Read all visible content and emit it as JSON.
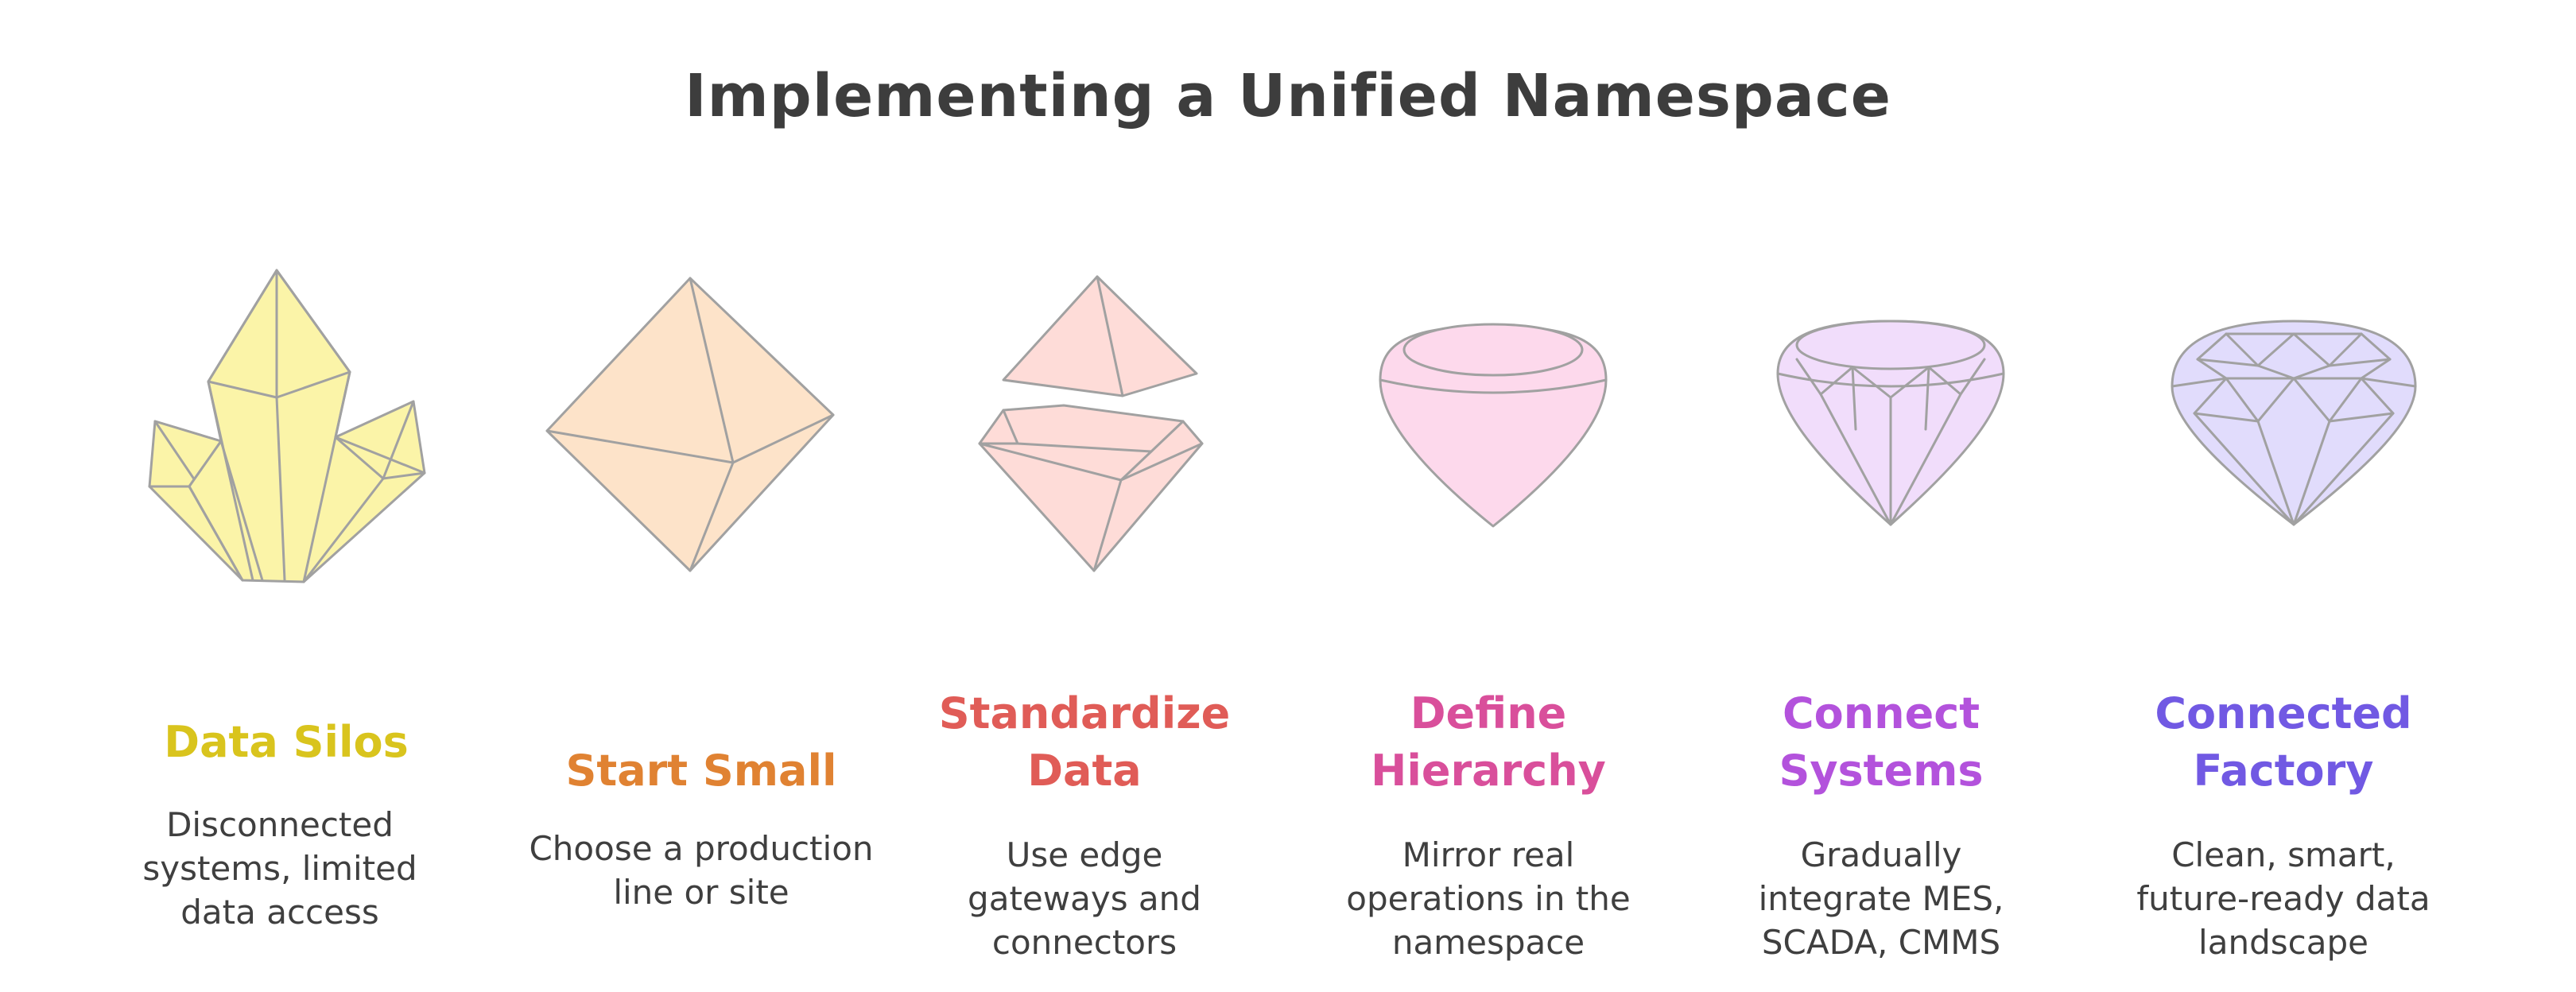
{
  "title": "Implementing a Unified Namespace",
  "steps": [
    {
      "title_lines": [
        "Data Silos"
      ],
      "desc_lines": [
        "Disconnected",
        "systems, limited",
        "data access"
      ],
      "color": "#d9c41d",
      "fill": "#fbf4a8",
      "icon": "crystal-cluster-icon"
    },
    {
      "title_lines": [
        "Start Small"
      ],
      "desc_lines": [
        "Choose a production",
        "line or site"
      ],
      "color": "#e08232",
      "fill": "#fde3c9",
      "icon": "rough-gem-icon"
    },
    {
      "title_lines": [
        "Standardize",
        "Data"
      ],
      "desc_lines": [
        "Use edge",
        "gateways and",
        "connectors"
      ],
      "color": "#e05c57",
      "fill": "#fedcd8",
      "icon": "split-gem-icon"
    },
    {
      "title_lines": [
        "Define",
        "Hierarchy"
      ],
      "desc_lines": [
        "Mirror real",
        "operations in the",
        "namespace"
      ],
      "color": "#d94f9b",
      "fill": "#fdd9ec",
      "icon": "simple-diamond-icon"
    },
    {
      "title_lines": [
        "Connect",
        "Systems"
      ],
      "desc_lines": [
        "Gradually",
        "integrate MES,",
        "SCADA, CMMS"
      ],
      "color": "#b352dc",
      "fill": "#f1ddfb",
      "icon": "faceted-diamond-icon"
    },
    {
      "title_lines": [
        "Connected",
        "Factory"
      ],
      "desc_lines": [
        "Clean, smart,",
        "future-ready data",
        "landscape"
      ],
      "color": "#7159e3",
      "fill": "#e1dcfc",
      "icon": "brilliant-diamond-icon"
    }
  ]
}
